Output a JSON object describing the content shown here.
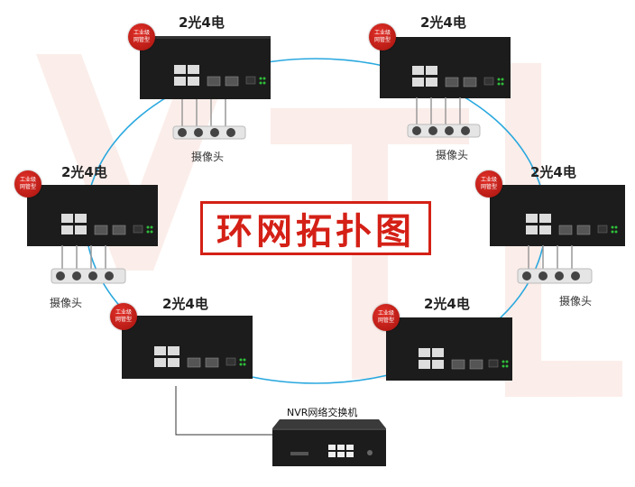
{
  "title": "环网拓扑图",
  "switch_label": "2光4电",
  "badge": {
    "line1": "工业级",
    "line2": "网管型"
  },
  "camera_label": "摄像头",
  "nvr_label": "NVR网络交换机",
  "watermark_text": "VTL",
  "colors": {
    "ring": "#29a8df",
    "title": "#d42016",
    "badge": "#c41a12",
    "device": "#1c1c1c",
    "watermark": "#f7d8cf"
  },
  "switches": [
    {
      "id": "top-left",
      "label": "2光4电",
      "cameras": true
    },
    {
      "id": "top-right",
      "label": "2光4电",
      "cameras": true
    },
    {
      "id": "mid-left",
      "label": "2光4电",
      "cameras": true
    },
    {
      "id": "mid-right",
      "label": "2光4电",
      "cameras": true
    },
    {
      "id": "bottom-left",
      "label": "2光4电",
      "cameras": false
    },
    {
      "id": "bottom-right",
      "label": "2光4电",
      "cameras": false
    }
  ],
  "camera_labels": [
    {
      "switch": "top-left",
      "text": "摄像头"
    },
    {
      "switch": "top-right",
      "text": "摄像头"
    },
    {
      "switch": "mid-left",
      "text": "摄像头"
    },
    {
      "switch": "mid-right",
      "text": "摄像头"
    }
  ]
}
